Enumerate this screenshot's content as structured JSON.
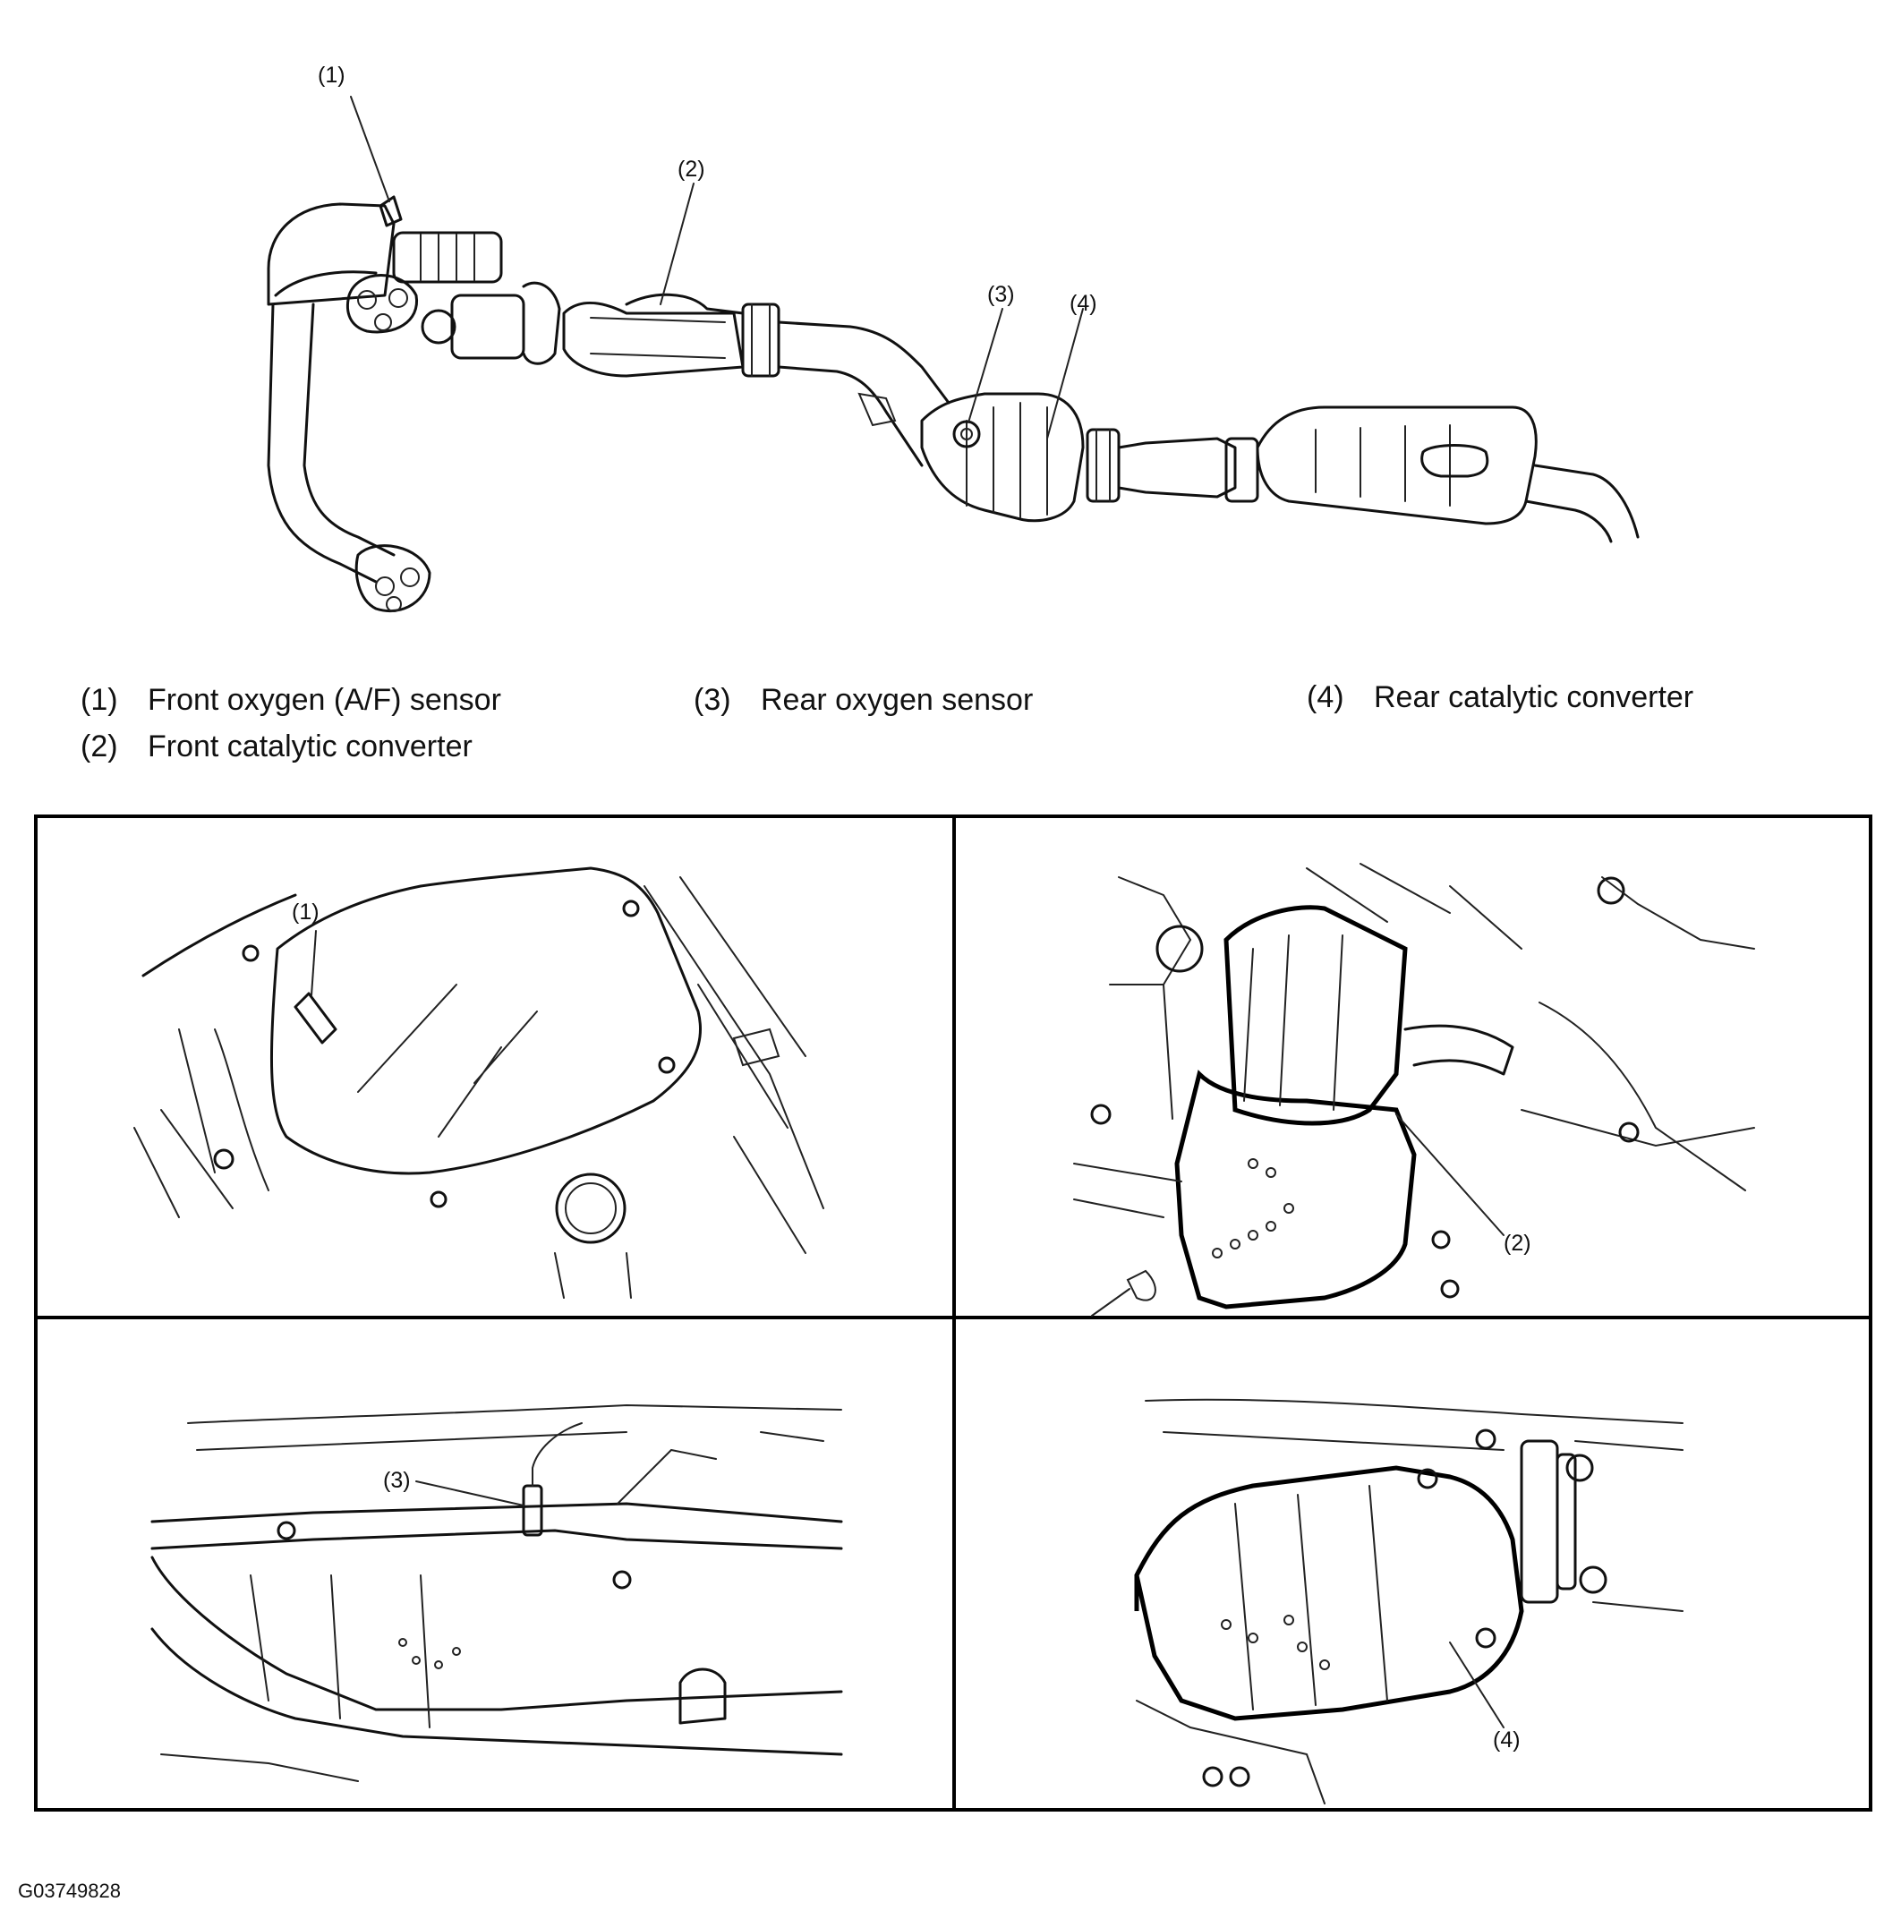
{
  "overview": {
    "callouts": {
      "c1": "(1)",
      "c2": "(2)",
      "c3": "(3)",
      "c4": "(4)"
    }
  },
  "legend": [
    {
      "num": "(1)",
      "label": "Front oxygen (A/F) sensor"
    },
    {
      "num": "(2)",
      "label": "Front catalytic converter"
    },
    {
      "num": "(3)",
      "label": "Rear oxygen sensor"
    },
    {
      "num": "(4)",
      "label": "Rear catalytic converter"
    }
  ],
  "panels": {
    "top_left_callout": "(1)",
    "top_right_callout": "(2)",
    "bottom_left_callout": "(3)",
    "bottom_right_callout": "(4)"
  },
  "figure_code": "G03749828"
}
